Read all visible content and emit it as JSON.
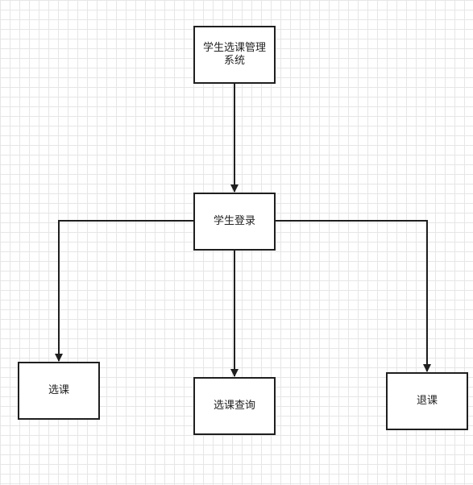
{
  "diagram": {
    "nodes": {
      "root": {
        "label": "学生选课管理系统"
      },
      "login": {
        "label": "学生登录"
      },
      "select": {
        "label": "选课"
      },
      "query": {
        "label": "选课查询"
      },
      "drop": {
        "label": "退课"
      }
    },
    "edges": [
      {
        "from": "root",
        "to": "login"
      },
      {
        "from": "login",
        "to": "select"
      },
      {
        "from": "login",
        "to": "query"
      },
      {
        "from": "login",
        "to": "drop"
      }
    ],
    "colors": {
      "stroke": "#1f1f1f",
      "grid": "#e6e6e6",
      "background": "#ffffff"
    }
  }
}
